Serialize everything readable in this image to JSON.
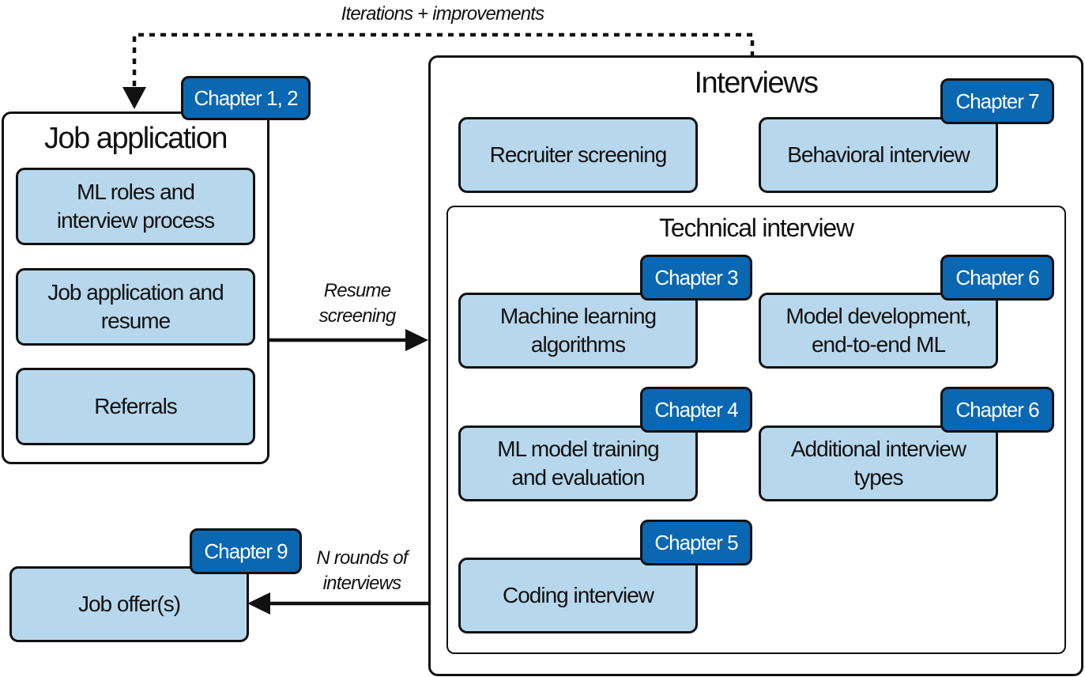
{
  "loop_label": "Iterations + improvements",
  "job_application": {
    "title": "Job application",
    "badge": "Chapter 1, 2",
    "items": [
      "ML roles and\ninterview process",
      "Job application and\nresume",
      "Referrals"
    ]
  },
  "resume_label": "Resume\nscreening",
  "interviews": {
    "title": "Interviews",
    "recruiter": "Recruiter screening",
    "behavioral": "Behavioral interview",
    "behavioral_badge": "Chapter 7",
    "technical": {
      "title": "Technical interview",
      "ml_algorithms": "Machine learning\nalgorithms",
      "ml_algorithms_badge": "Chapter 3",
      "model_dev": "Model development,\nend-to-end ML",
      "model_dev_badge": "Chapter 6",
      "training": "ML model training\nand evaluation",
      "training_badge": "Chapter 4",
      "additional": "Additional interview\ntypes",
      "additional_badge": "Chapter 6",
      "coding": "Coding interview",
      "coding_badge": "Chapter 5"
    }
  },
  "rounds_label": "N rounds of\ninterviews",
  "job_offer": {
    "label": "Job offer(s)",
    "badge": "Chapter 9"
  },
  "colors": {
    "box_fill": "#b7d7ec",
    "badge_fill": "#0a67b2",
    "stroke": "#111111"
  }
}
